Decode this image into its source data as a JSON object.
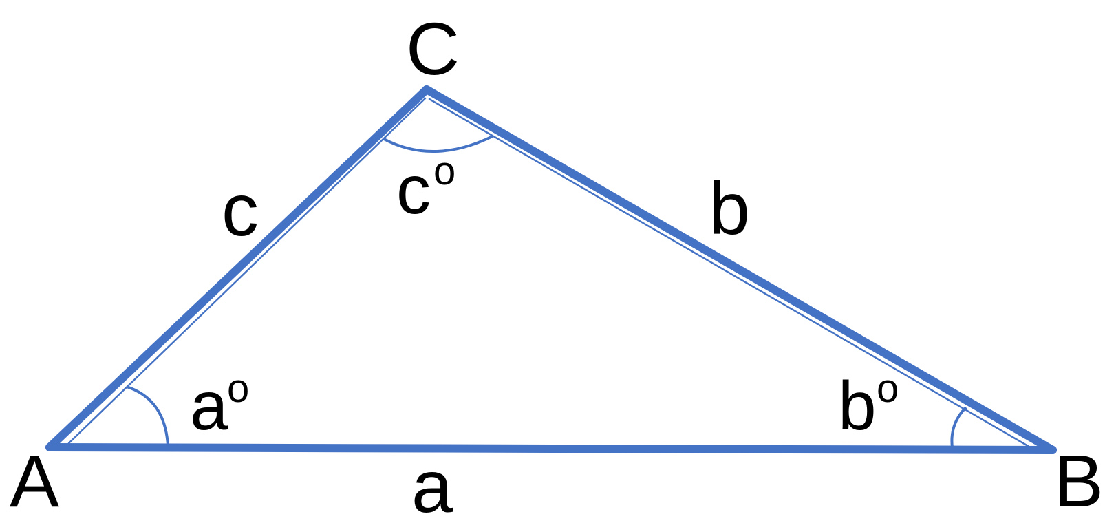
{
  "colors": {
    "stroke": "#4472c4",
    "text": "#000000",
    "background": "#ffffff"
  },
  "vertices": {
    "A": "A",
    "B": "B",
    "C": "C"
  },
  "sides": {
    "a": "a",
    "b": "b",
    "c": "c"
  },
  "angles": {
    "a": {
      "letter": "a",
      "degree": "o"
    },
    "b": {
      "letter": "b",
      "degree": "o"
    },
    "c": {
      "letter": "c",
      "degree": "o"
    }
  }
}
